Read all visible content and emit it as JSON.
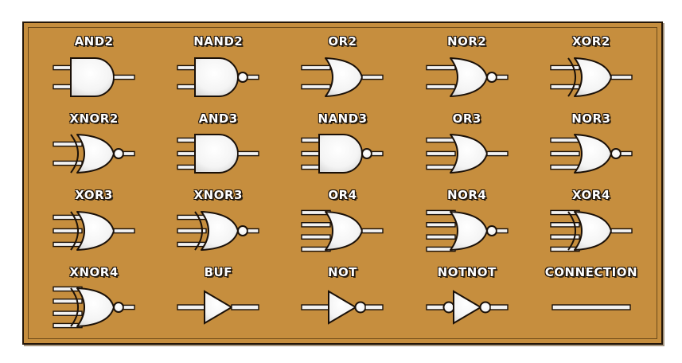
{
  "panel": {
    "background_color": "#c68e3e",
    "border_color": "#241608",
    "inner_bevel_color": "#6d4a18",
    "symbol_fill_color": "#f2f2f2",
    "symbol_outline_color": "#1a1008",
    "label_text_color": "#ffffff",
    "label_outline_color": "#1a1008"
  },
  "grid": {
    "columns": 5,
    "rows": 4
  },
  "symbols": [
    {
      "label": "AND2",
      "shape": "and",
      "inputs": 2,
      "bubble": false,
      "icon": "and2-gate-icon"
    },
    {
      "label": "NAND2",
      "shape": "and",
      "inputs": 2,
      "bubble": true,
      "icon": "nand2-gate-icon"
    },
    {
      "label": "OR2",
      "shape": "or",
      "inputs": 2,
      "bubble": false,
      "icon": "or2-gate-icon"
    },
    {
      "label": "NOR2",
      "shape": "or",
      "inputs": 2,
      "bubble": true,
      "icon": "nor2-gate-icon"
    },
    {
      "label": "XOR2",
      "shape": "xor",
      "inputs": 2,
      "bubble": false,
      "icon": "xor2-gate-icon"
    },
    {
      "label": "XNOR2",
      "shape": "xor",
      "inputs": 2,
      "bubble": true,
      "icon": "xnor2-gate-icon"
    },
    {
      "label": "AND3",
      "shape": "and",
      "inputs": 3,
      "bubble": false,
      "icon": "and3-gate-icon"
    },
    {
      "label": "NAND3",
      "shape": "and",
      "inputs": 3,
      "bubble": true,
      "icon": "nand3-gate-icon"
    },
    {
      "label": "OR3",
      "shape": "or",
      "inputs": 3,
      "bubble": false,
      "icon": "or3-gate-icon"
    },
    {
      "label": "NOR3",
      "shape": "or",
      "inputs": 3,
      "bubble": true,
      "icon": "nor3-gate-icon"
    },
    {
      "label": "XOR3",
      "shape": "xor",
      "inputs": 3,
      "bubble": false,
      "icon": "xor3-gate-icon"
    },
    {
      "label": "XNOR3",
      "shape": "xor",
      "inputs": 3,
      "bubble": true,
      "icon": "xnor3-gate-icon"
    },
    {
      "label": "OR4",
      "shape": "or",
      "inputs": 4,
      "bubble": false,
      "icon": "or4-gate-icon"
    },
    {
      "label": "NOR4",
      "shape": "or",
      "inputs": 4,
      "bubble": true,
      "icon": "nor4-gate-icon"
    },
    {
      "label": "XOR4",
      "shape": "xor",
      "inputs": 4,
      "bubble": false,
      "icon": "xor4-gate-icon"
    },
    {
      "label": "XNOR4",
      "shape": "xor",
      "inputs": 4,
      "bubble": true,
      "icon": "xnor4-gate-icon"
    },
    {
      "label": "BUF",
      "shape": "buf",
      "inputs": 1,
      "bubble": false,
      "icon": "buffer-icon"
    },
    {
      "label": "NOT",
      "shape": "not",
      "inputs": 1,
      "bubble": true,
      "icon": "inverter-icon"
    },
    {
      "label": "NOTNOT",
      "shape": "notnot",
      "inputs": 1,
      "bubble": true,
      "icon": "double-inverter-icon"
    },
    {
      "label": "CONNECTION",
      "shape": "wire",
      "inputs": 0,
      "bubble": false,
      "icon": "connection-wire-icon"
    }
  ]
}
